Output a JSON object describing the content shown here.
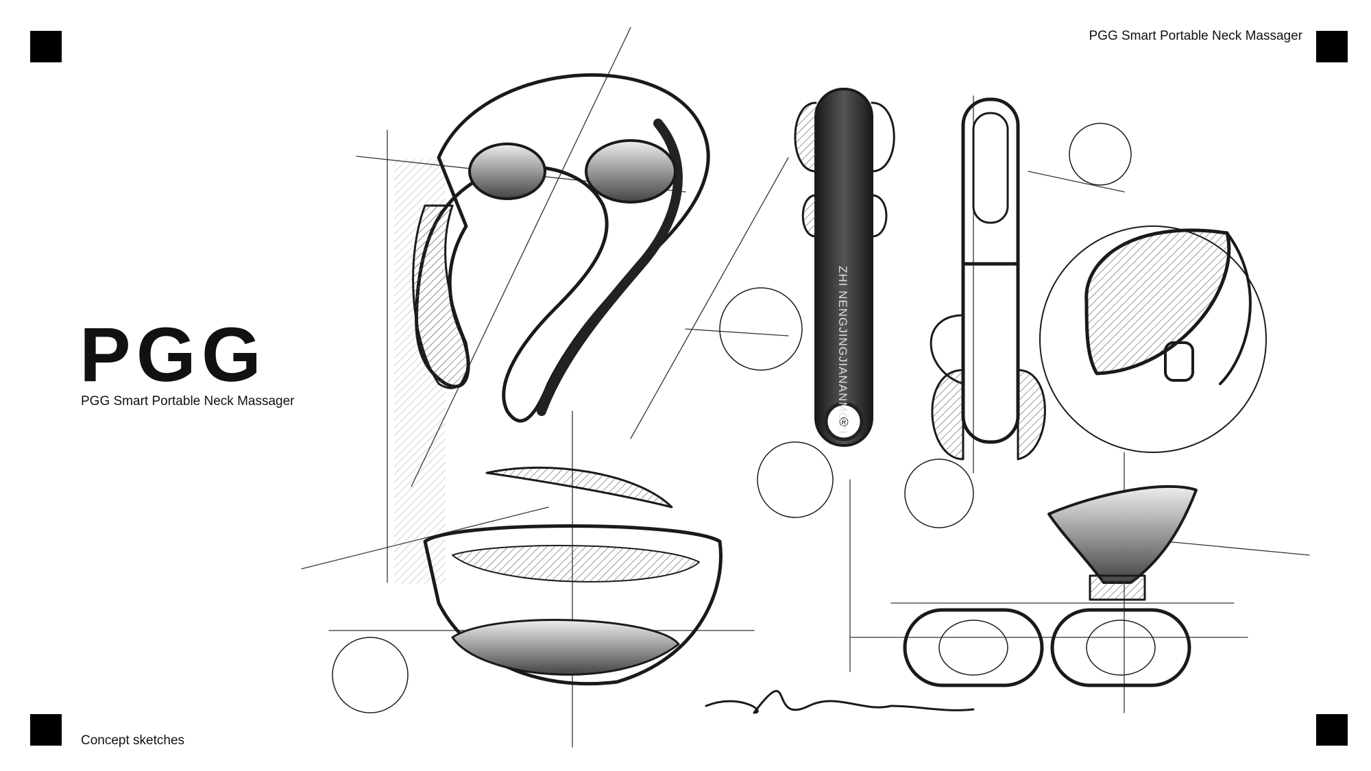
{
  "header": {
    "top_title": "PGG Smart Portable Neck Massager"
  },
  "brand": {
    "logo": "PGG",
    "subtitle": "PGG Smart Portable Neck Massager"
  },
  "footer": {
    "caption": "Concept sketches"
  },
  "sketch": {
    "device_label": "ZHI NENGJINGJIANANMOYI",
    "registered_mark": "®"
  },
  "colors": {
    "ink": "#111111",
    "background": "#ffffff",
    "marker": "#000000"
  }
}
